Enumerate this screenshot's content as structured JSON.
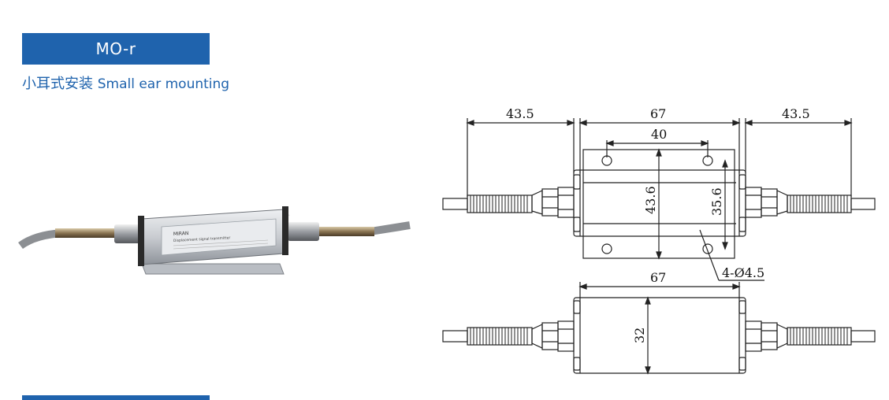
{
  "header": {
    "model_label": "MO-r",
    "mount_type_cn": "小耳式安装",
    "mount_type_en": "Small ear mounting"
  },
  "drawing": {
    "top_view": {
      "left_cable_length": "43.5",
      "body_length": "67",
      "right_cable_length": "43.5",
      "hole_spacing": "40",
      "body_width": "43.6",
      "hole_pitch": "35.6",
      "hole_callout": "4-Ø4.5"
    },
    "side_view": {
      "body_length": "67",
      "body_height": "32"
    }
  },
  "photo": {
    "label_brand": "MIRAN",
    "label_text": "Displacement signal transmitter"
  },
  "colors": {
    "accent": "#1f63ad",
    "housing": "#c9ccd1",
    "cable": "#8c8f93"
  }
}
